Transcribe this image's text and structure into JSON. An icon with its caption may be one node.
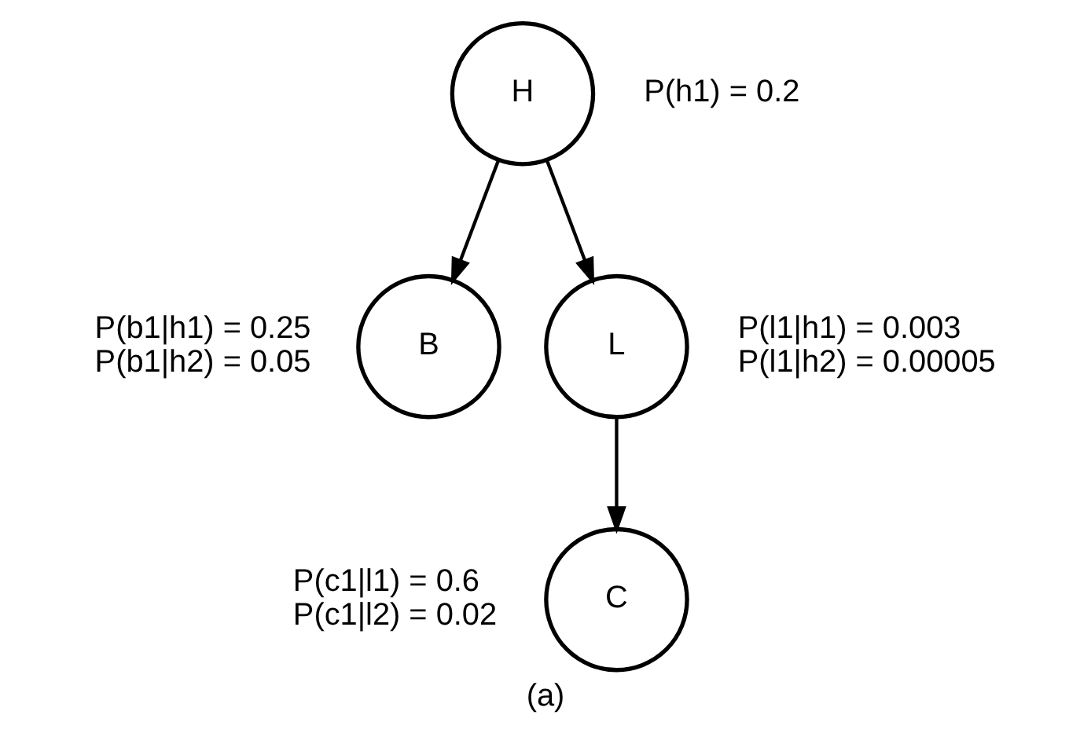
{
  "diagram": {
    "caption": "(a)",
    "nodes": [
      {
        "text": [
          "H"
        ],
        "beside": [
          "P(h1) = 0.2"
        ]
      },
      {
        "text": [
          "B"
        ],
        "beside": [
          "P(b1|h1) = 0.25",
          "P(b1|h2) = 0.05"
        ]
      },
      {
        "text": [
          "L"
        ],
        "beside": [
          "P(l1|h1) = 0.003",
          "P(l1|h2) = 0.00005"
        ]
      },
      {
        "text": [
          "C"
        ],
        "beside": [
          "P(c1|l1) = 0.6",
          "P(c1|l2) = 0.02"
        ]
      }
    ],
    "edges": [
      {
        "from": 0,
        "to": 1,
        "arrow": "to"
      },
      {
        "from": 0,
        "to": 2,
        "arrow": "to"
      },
      {
        "from": 2,
        "to": 3,
        "arrow": "to"
      }
    ]
  }
}
